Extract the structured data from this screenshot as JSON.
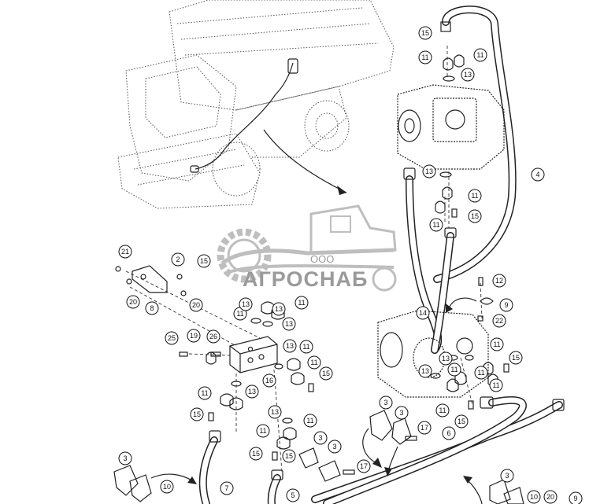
{
  "watermark": {
    "company_prefix": "ООО",
    "company_name": "АГРОСНАБ",
    "color": "#9a9a9a"
  },
  "callouts": [
    {
      "id": "c15a",
      "label": "15"
    },
    {
      "id": "c11a",
      "label": "11"
    },
    {
      "id": "c11b",
      "label": "11"
    },
    {
      "id": "c13a",
      "label": "13"
    },
    {
      "id": "c4",
      "label": "4"
    },
    {
      "id": "c13b",
      "label": "13"
    },
    {
      "id": "c11c",
      "label": "11"
    },
    {
      "id": "c11d",
      "label": "11"
    },
    {
      "id": "c15b",
      "label": "15"
    },
    {
      "id": "c21",
      "label": "21"
    },
    {
      "id": "c2",
      "label": "2"
    },
    {
      "id": "c15c",
      "label": "15"
    },
    {
      "id": "c20a",
      "label": "20"
    },
    {
      "id": "c8",
      "label": "8"
    },
    {
      "id": "c20b",
      "label": "20"
    },
    {
      "id": "c12",
      "label": "12"
    },
    {
      "id": "c9",
      "label": "9"
    },
    {
      "id": "c22",
      "label": "22"
    },
    {
      "id": "c14",
      "label": "14"
    },
    {
      "id": "c11e",
      "label": "11"
    },
    {
      "id": "c13c",
      "label": "13"
    },
    {
      "id": "c25",
      "label": "25"
    },
    {
      "id": "c19",
      "label": "19"
    },
    {
      "id": "c26",
      "label": "26"
    },
    {
      "id": "c13d",
      "label": "13"
    },
    {
      "id": "c11f",
      "label": "11"
    },
    {
      "id": "c11g",
      "label": "11"
    },
    {
      "id": "c15d",
      "label": "15"
    },
    {
      "id": "c16",
      "label": "16"
    },
    {
      "id": "c11h",
      "label": "11"
    },
    {
      "id": "c13e",
      "label": "13"
    },
    {
      "id": "c15e",
      "label": "15"
    },
    {
      "id": "c13f",
      "label": "13"
    },
    {
      "id": "c11i",
      "label": "11"
    },
    {
      "id": "c11j",
      "label": "11"
    },
    {
      "id": "c15f",
      "label": "15"
    },
    {
      "id": "c13g",
      "label": "13"
    },
    {
      "id": "c11k",
      "label": "11"
    },
    {
      "id": "c11l",
      "label": "11"
    },
    {
      "id": "c11m",
      "label": "11"
    },
    {
      "id": "c13h",
      "label": "13"
    },
    {
      "id": "c11n",
      "label": "11"
    },
    {
      "id": "c15g",
      "label": "15"
    },
    {
      "id": "c11o",
      "label": "11"
    },
    {
      "id": "c15h",
      "label": "15"
    },
    {
      "id": "c6",
      "label": "6"
    },
    {
      "id": "c3a",
      "label": "3"
    },
    {
      "id": "c3b",
      "label": "3"
    },
    {
      "id": "c17a",
      "label": "17"
    },
    {
      "id": "c3c",
      "label": "3"
    },
    {
      "id": "c3d",
      "label": "3"
    },
    {
      "id": "c17b",
      "label": "17"
    },
    {
      "id": "c15i",
      "label": "15"
    },
    {
      "id": "c5",
      "label": "5"
    },
    {
      "id": "c7",
      "label": "7"
    },
    {
      "id": "c3e",
      "label": "3"
    },
    {
      "id": "c10a",
      "label": "10"
    },
    {
      "id": "c3f",
      "label": "3"
    },
    {
      "id": "c10b",
      "label": "10"
    },
    {
      "id": "c20c",
      "label": "20"
    },
    {
      "id": "c9b",
      "label": "9"
    },
    {
      "id": "c13i",
      "label": "13"
    },
    {
      "id": "c13j",
      "label": "13"
    },
    {
      "id": "c11p",
      "label": "11"
    }
  ]
}
